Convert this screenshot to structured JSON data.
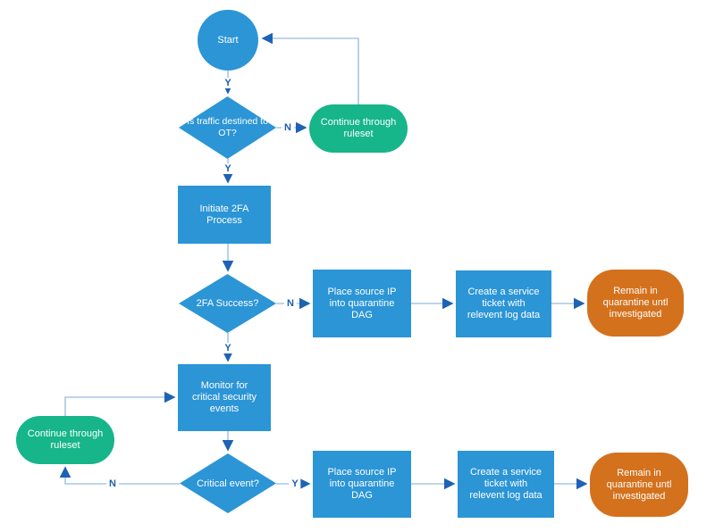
{
  "colors": {
    "blue": "#2b95d6",
    "green": "#16b58a",
    "orange": "#d4711d",
    "line": "#a7c7e3",
    "arrow": "#1e62b5",
    "label": "#1d5fad",
    "node_text": "#ffffff"
  },
  "nodes": {
    "start": {
      "type": "terminator-circle",
      "label": "Start"
    },
    "decision_ot": {
      "type": "decision",
      "label": "Is traffic destined to OT?"
    },
    "ruleset_top": {
      "type": "terminator",
      "label": "Continue through ruleset"
    },
    "initiate_2fa": {
      "type": "process",
      "label": "Initiate 2FA Process"
    },
    "decision_2fa": {
      "type": "decision",
      "label": "2FA Success?"
    },
    "quarantine_1": {
      "type": "process",
      "label": "Place source IP into quarantine DAG"
    },
    "ticket_1": {
      "type": "process",
      "label": "Create a service ticket with relevent log data"
    },
    "remain_1": {
      "type": "terminator",
      "label": "Remain in quarantine untl investigated"
    },
    "monitor": {
      "type": "process",
      "label": "Monitor for critical security events"
    },
    "ruleset_left": {
      "type": "terminator",
      "label": "Continue through ruleset"
    },
    "decision_critical": {
      "type": "decision",
      "label": "Critical event?"
    },
    "quarantine_2": {
      "type": "process",
      "label": "Place source IP into quarantine DAG"
    },
    "ticket_2": {
      "type": "process",
      "label": "Create a service ticket with relevent log data"
    },
    "remain_2": {
      "type": "terminator",
      "label": "Remain in quarantine untl investigated"
    }
  },
  "edge_labels": {
    "start_to_ot": "Y",
    "ot_no": "N",
    "ot_yes": "Y",
    "twofa_no": "N",
    "twofa_yes": "Y",
    "critical_no": "N",
    "critical_yes": "Y"
  }
}
